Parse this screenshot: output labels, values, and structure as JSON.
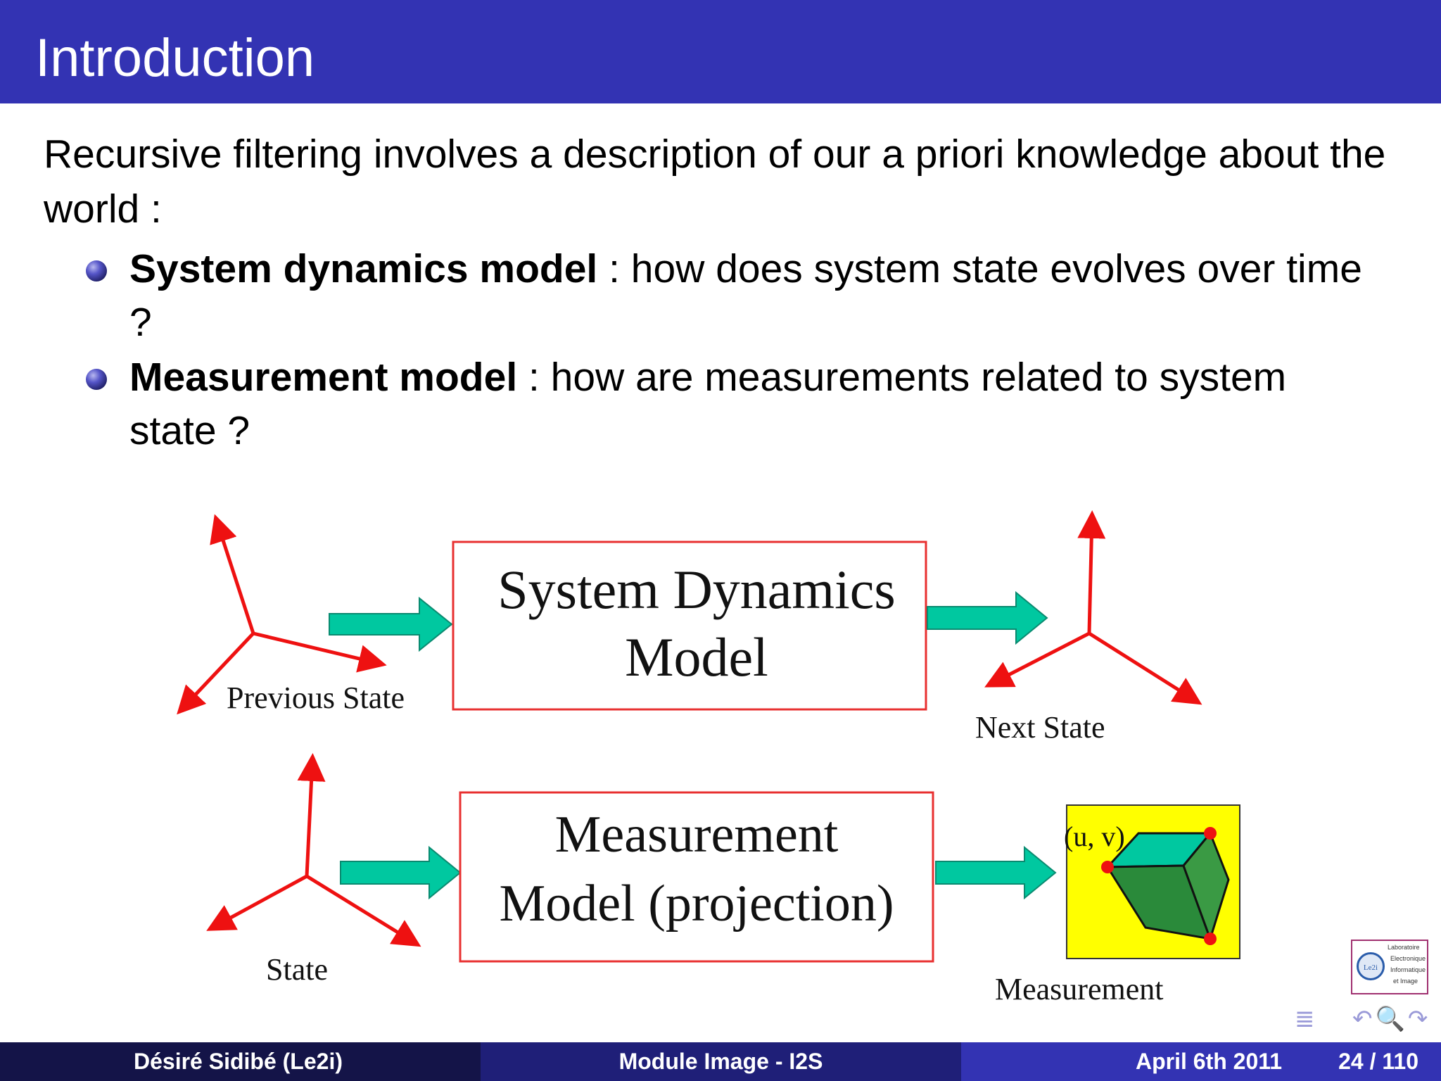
{
  "slide": {
    "title": "Introduction",
    "intro": "Recursive filtering involves a description of our a priori knowledge about the world :",
    "bullets": [
      {
        "term": "System dynamics model",
        "text": " : how does system state evolves over time ?"
      },
      {
        "term": "Measurement model",
        "text": " : how are measurements related to system state ?"
      }
    ]
  },
  "diagram": {
    "previous_state": "Previous State",
    "system_dynamics_line1": "System Dynamics",
    "system_dynamics_line2": "Model",
    "next_state": "Next State",
    "state": "State",
    "measurement_line1": "Measurement",
    "measurement_line2": "Model (projection)",
    "uv": "(u, v)",
    "measurement": "Measurement"
  },
  "logo": {
    "acronym": "Le2i",
    "line1": "Laboratoire",
    "line2": "Electronique",
    "line3": "Informatique",
    "line4": "et Image"
  },
  "nav": {
    "icons": [
      "toc-icon",
      "undo-icon",
      "search-icon",
      "redo-icon"
    ],
    "toc_glyph": "≣",
    "right_glyphs": "↶🔍↷"
  },
  "footer": {
    "author": "Désiré Sidibé  (Le2i)",
    "course": "Module Image - I2S",
    "date": "April 6th 2011",
    "page": "24 / 110"
  },
  "colors": {
    "header": "#3333b3",
    "arrow_red": "#ee1111",
    "arrow_teal": "#00c8a0",
    "box_border": "#e83030",
    "measurement_bg": "#ffff00",
    "cube_dark": "#2a8a3a",
    "cube_top": "#00c8a0"
  }
}
